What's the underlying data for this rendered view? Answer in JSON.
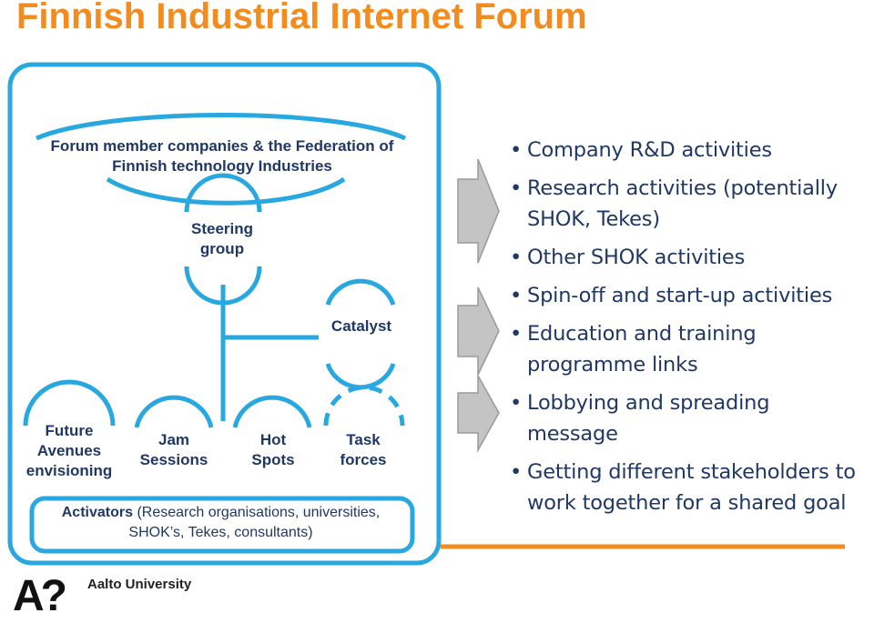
{
  "title": "Finnish Industrial Internet Forum",
  "colors": {
    "accent": "#f28c1e",
    "frame": "#29a8e0",
    "text": "#1f3864",
    "arrow": "#bfbfbf"
  },
  "diagram": {
    "forum_members": "Forum member companies & the Federation of Finnish technology Industries",
    "steering_group": "Steering group",
    "catalyst": "Catalyst",
    "future_avenues": "Future Avenues envisioning",
    "jam_sessions": "Jam Sessions",
    "hot_spots": "Hot Spots",
    "task_forces": "Task forces",
    "activators_bold": "Activators",
    "activators_rest": " (Research organisations, universities, SHOK’s, Tekes, consultants)"
  },
  "bullets": [
    "Company R&D activities",
    "Research activities (potentially\nSHOK, Tekes)",
    "Other SHOK activities",
    "Spin-off and start-up activities",
    "Education and training\nprogramme links",
    "Lobbying and spreading\nmessage",
    "Getting different stakeholders to\nwork together for a shared goal"
  ],
  "logo": {
    "mark": "A?",
    "name": "Aalto University"
  }
}
